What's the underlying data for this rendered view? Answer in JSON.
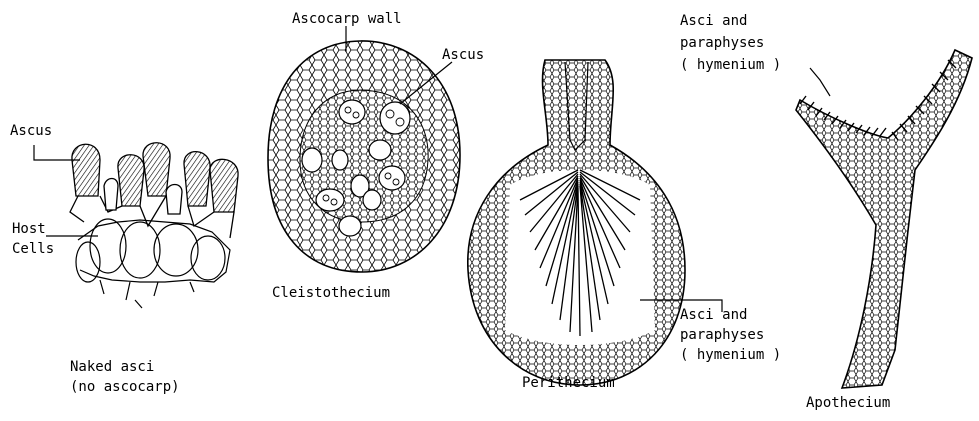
{
  "labels": {
    "naked_ascus": "Ascus",
    "host_cells_1": "Host",
    "host_cells_2": "Cells",
    "naked_asci_1": "Naked asci",
    "naked_asci_2": "(no ascocarp)",
    "ascocarp_wall": "Ascocarp wall",
    "cleisto_ascus": "Ascus",
    "cleistothecium": "Cleistothecium",
    "perith_hymen_1": "Asci and",
    "perith_hymen_2": "paraphyses",
    "perith_hymen_3": "( hymenium )",
    "perithecium": "Perithecium",
    "apoth_hymen_1": "Asci and",
    "apoth_hymen_2": "paraphyses",
    "apoth_hymen_3": "( hymenium )",
    "apothecium": "Apothecium"
  }
}
